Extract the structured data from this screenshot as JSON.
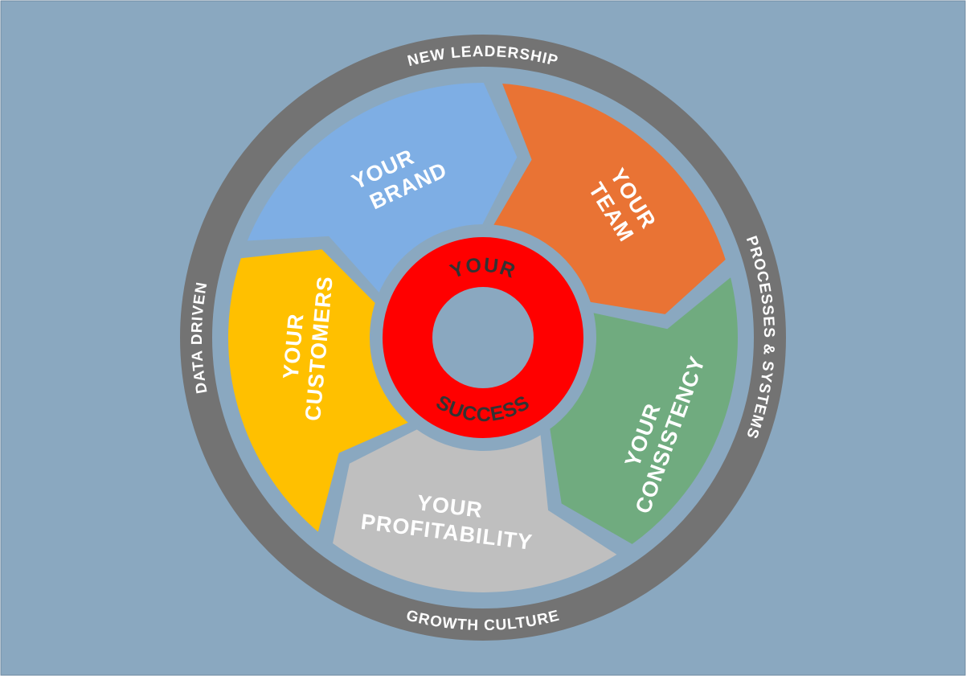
{
  "colors": {
    "background": "#8aa8c0",
    "ring": "#737373",
    "core": "#ff0000",
    "core_text": "#333333",
    "text": "#ffffff"
  },
  "outer_ring": {
    "top": "NEW LEADERSHIP",
    "right": "PROCESSES & SYSTEMS",
    "bottom": "GROWTH CULTURE",
    "left": "DATA DRIVEN"
  },
  "segments": [
    {
      "line1": "YOUR",
      "line2": "BRAND",
      "color": "#7eaee4"
    },
    {
      "line1": "YOUR",
      "line2": "TEAM",
      "color": "#e97334"
    },
    {
      "line1": "YOUR",
      "line2": "CONSISTENCY",
      "color": "#70ab7f"
    },
    {
      "line1": "YOUR",
      "line2": "PROFITABILITY",
      "color": "#bfbfbf"
    },
    {
      "line1": "YOUR",
      "line2": "CUSTOMERS",
      "color": "#ffc000"
    }
  ],
  "core": {
    "top": "YOUR",
    "bottom": "SUCCESS"
  }
}
